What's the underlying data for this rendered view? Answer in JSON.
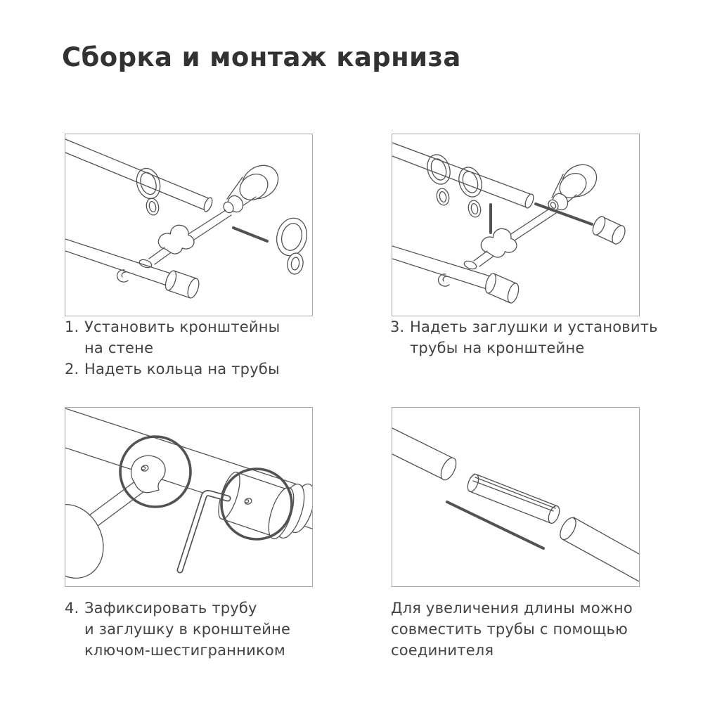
{
  "title": "Сборка и монтаж карниза",
  "captions": {
    "step12": {
      "items": [
        {
          "num": "1.",
          "text": "Установить кронштейны\nна стене"
        },
        {
          "num": "2.",
          "text": "Надеть кольца на трубы"
        }
      ]
    },
    "step3": {
      "items": [
        {
          "num": "3.",
          "text": "Надеть заглушки и установить\nтрубы на кронштейне"
        }
      ]
    },
    "step4": {
      "items": [
        {
          "num": "4.",
          "text": "Зафиксировать трубу\nи заглушку в кронштейне\nключом-шестигранником"
        }
      ]
    },
    "note": {
      "text": "Для увеличения длины можно\nсовместить трубы с помощью\nсоединителя"
    }
  },
  "colors": {
    "accent_blue": "#2c35a6",
    "line_art": "#515256",
    "panel_border": "#a8a8a8",
    "text": "#434346",
    "title_text": "#323234",
    "background": "#ffffff"
  }
}
